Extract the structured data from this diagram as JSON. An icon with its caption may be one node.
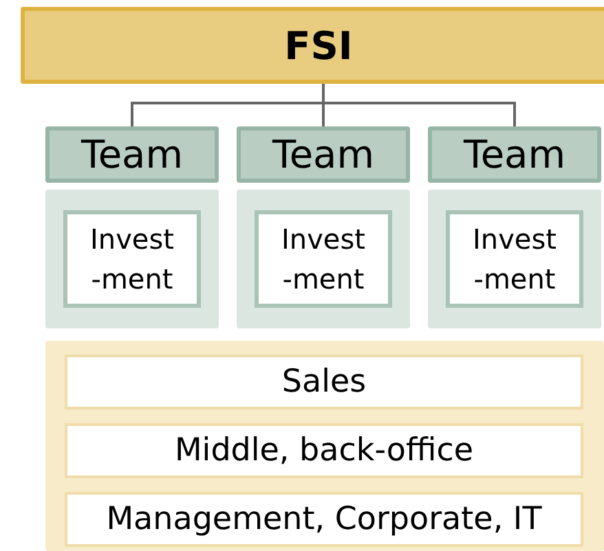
{
  "diagram": {
    "nodes": [
      {
        "text": [
          "FSI"
        ]
      },
      {
        "text": [
          "Team"
        ]
      },
      {
        "text": [
          "Team"
        ]
      },
      {
        "text": [
          "Team"
        ]
      },
      {
        "text": [],
        "shape": "box"
      },
      {
        "text": [
          "Invest -ment"
        ],
        "in": 4
      },
      {
        "text": [],
        "shape": "box"
      },
      {
        "text": [
          "Invest -ment"
        ],
        "in": 6
      },
      {
        "text": [],
        "shape": "box"
      },
      {
        "text": [
          "Invest -ment"
        ],
        "in": 8
      },
      {
        "text": [],
        "shape": "box"
      },
      {
        "text": [
          "Sales"
        ],
        "in": 10
      },
      {
        "text": [
          "Middle, back-office"
        ],
        "in": 10
      },
      {
        "text": [
          "Management, Corporate, IT"
        ],
        "in": 10
      }
    ],
    "edges": [
      {
        "from": 0,
        "to": 1,
        "arrow": "none"
      },
      {
        "from": 0,
        "to": 2,
        "arrow": "none"
      },
      {
        "from": 0,
        "to": 3,
        "arrow": "none"
      }
    ]
  }
}
